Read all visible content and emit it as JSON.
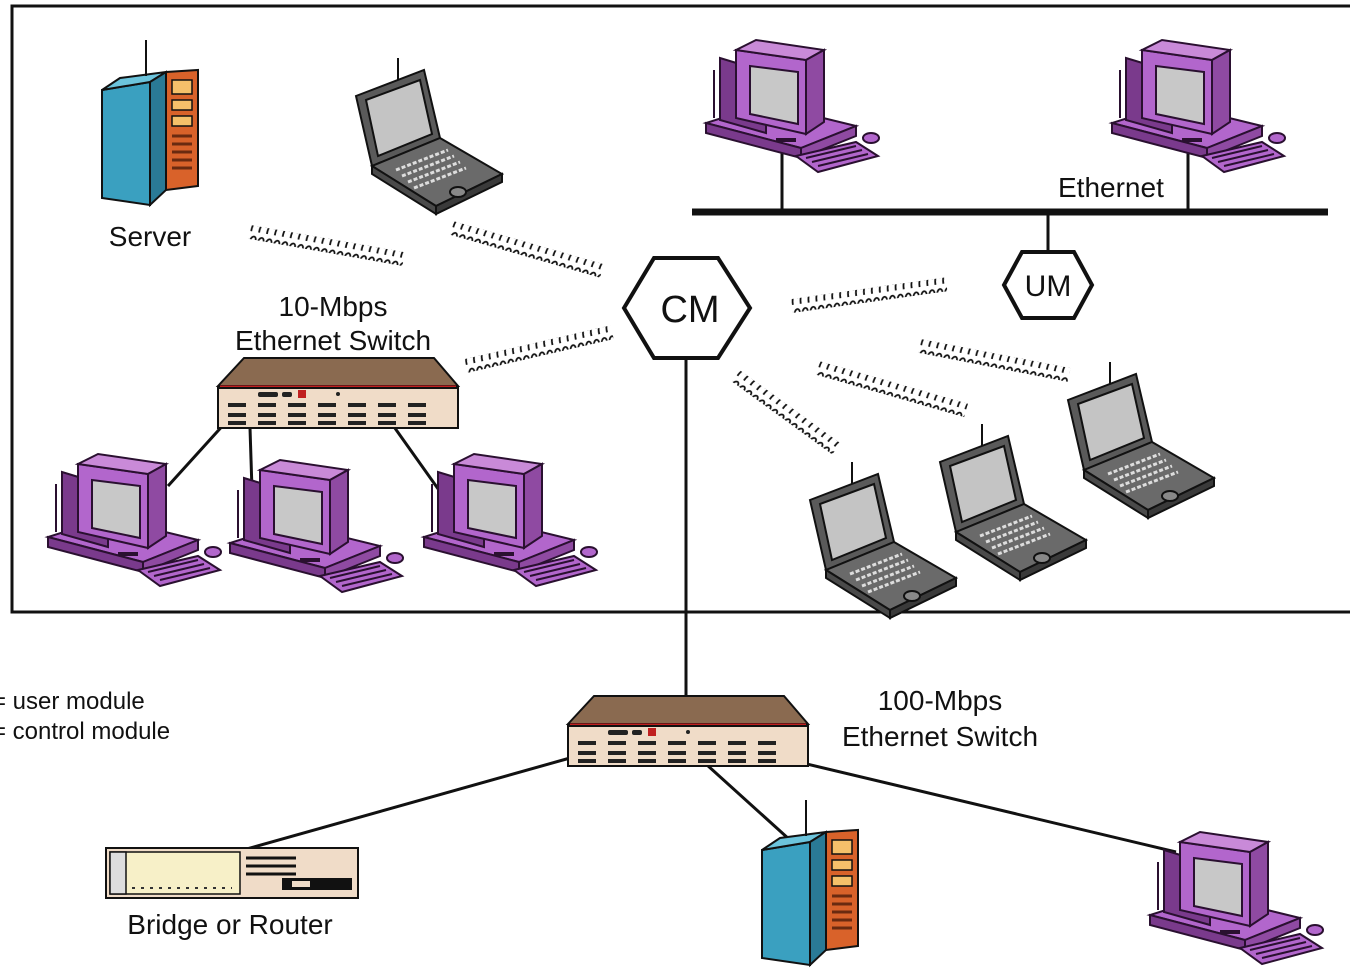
{
  "labels": {
    "server": "Server",
    "switch10_line1": "10-Mbps",
    "switch10_line2": "Ethernet Switch",
    "ethernet": "Ethernet",
    "cm": "CM",
    "um": "UM",
    "switch100_line1": "100-Mbps",
    "switch100_line2": "Ethernet Switch",
    "bridge_router": "Bridge or Router",
    "legend_um": "= user module",
    "legend_cm": "= control module"
  },
  "colors": {
    "pc_body": "#b266cc",
    "pc_dark": "#7a3a8c",
    "pc_screen": "#c8c8c8",
    "laptop_body": "#5a5a5a",
    "laptop_screen": "#c4c4c4",
    "server_front": "#3aa0c0",
    "server_side": "#d9622a",
    "switch_top": "#8a6a50",
    "switch_front": "#f0dcc8",
    "router_front": "#f7f0c8"
  },
  "icons": [
    "server-icon",
    "laptop-icon",
    "desktop-pc-icon",
    "ethernet-switch-icon",
    "router-icon"
  ]
}
